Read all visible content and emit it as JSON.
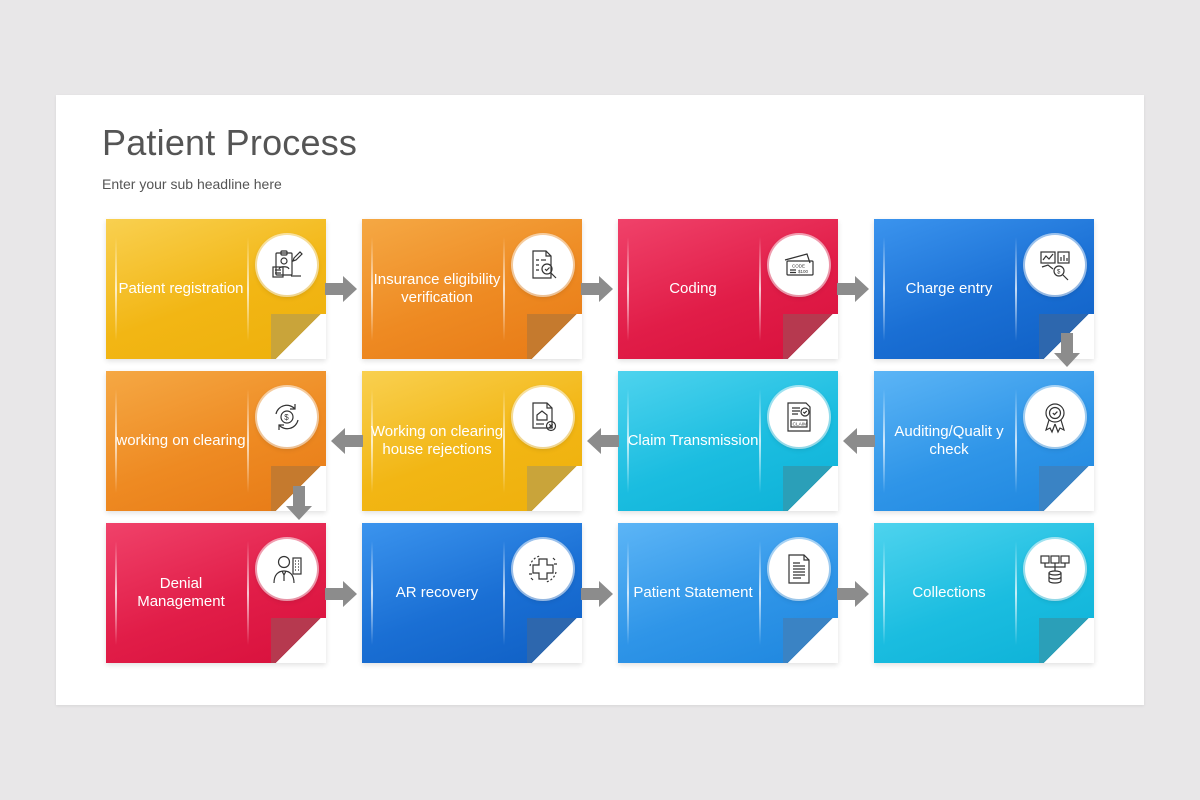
{
  "title": "Patient Process",
  "subtitle": "Enter your sub headline here",
  "colors": {
    "yellow": "#f2b614",
    "orange": "#ee8a22",
    "red": "#e11d48",
    "blue": "#1a6fd4",
    "skyblue": "#2f95e8",
    "cyan": "#1bbde0",
    "arrow": "#8c8c8c"
  },
  "steps": [
    {
      "label": "Patient registration",
      "icon": "registration-form-icon"
    },
    {
      "label": "Insurance eligibility verification",
      "icon": "document-search-icon"
    },
    {
      "label": "Coding",
      "icon": "code-ticket-icon"
    },
    {
      "label": "Charge entry",
      "icon": "charts-magnifier-icon"
    },
    {
      "label": "Auditing/Qualit y check",
      "icon": "award-ribbon-icon"
    },
    {
      "label": "Claim Transmission",
      "icon": "claim-document-icon"
    },
    {
      "label": "Working on clearing house rejections",
      "icon": "house-document-reject-icon"
    },
    {
      "label": "working on clearing",
      "icon": "dollar-cycle-icon"
    },
    {
      "label": "Denial Management",
      "icon": "manager-person-icon"
    },
    {
      "label": "AR recovery",
      "icon": "medical-cross-icon"
    },
    {
      "label": "Patient Statement",
      "icon": "statement-document-icon"
    },
    {
      "label": "Collections",
      "icon": "database-network-icon"
    }
  ],
  "icon_texts": {
    "code": "CODE",
    "code_number": "$100",
    "claim": "CLAIM"
  }
}
